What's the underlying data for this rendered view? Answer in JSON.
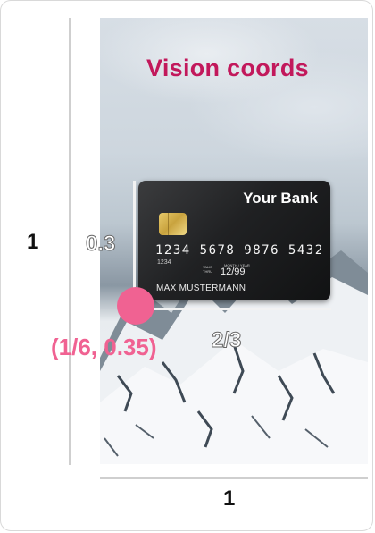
{
  "title": "Vision coords",
  "card": {
    "bank": "Your Bank",
    "number": "1234  5678  9876  5432",
    "small_number": "1234",
    "valid_thru": "VALID\nTHRU",
    "month_year": "MONTH / YEAR",
    "expiry": "12/99",
    "holder": "MAX MUSTERMANN"
  },
  "labels": {
    "full_height": "1",
    "full_width": "1",
    "height_fraction": "0.3",
    "width_fraction": "2/3",
    "anchor_point": "(1/6, 0.35)"
  },
  "colors": {
    "title": "#c2185b",
    "anchor_dot": "#f06292"
  }
}
